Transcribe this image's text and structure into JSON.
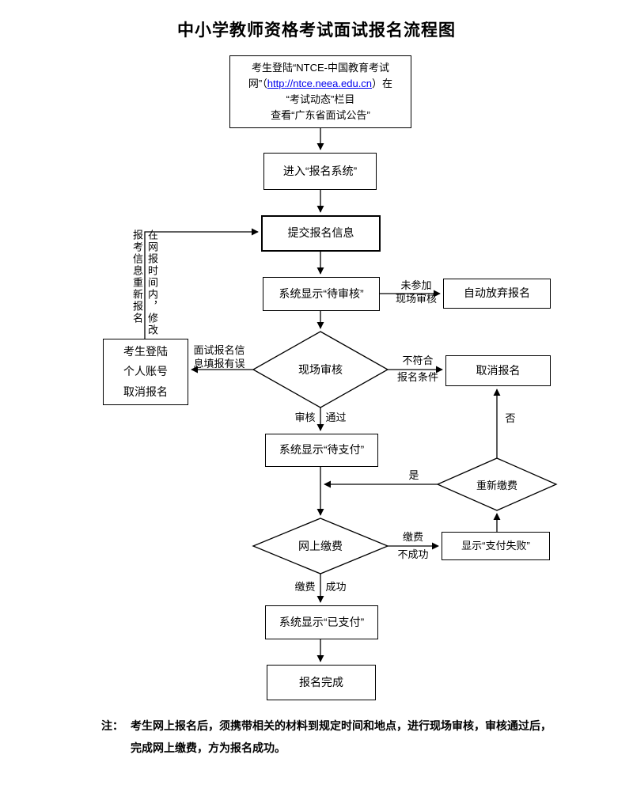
{
  "title": "中小学教师资格考试面试报名流程图",
  "colors": {
    "line": "#000000",
    "link": "#0000EE",
    "background": "#ffffff"
  },
  "boxes": {
    "notice": {
      "line1": "考生登陆“NTCE-中国教育考试",
      "line2_pre": "网”（",
      "link": "http://ntce.neea.edu.cn",
      "line2_post": "）在",
      "line3": "“考试动态”栏目",
      "line4": "查看“广东省面试公告”"
    },
    "enter_system": "进入“报名系统”",
    "submit_info": "提交报名信息",
    "pending_review": "系统显示“待审核”",
    "auto_abandon": "自动放弃报名",
    "cancel_account": {
      "line1": "考生登陆",
      "line2": "个人账号",
      "line3": "取消报名"
    },
    "cancel_registration": "取消报名",
    "pending_payment": "系统显示“待支付”",
    "payment_failed": "显示“支付失败”",
    "paid": "系统显示“已支付”",
    "complete": "报名完成"
  },
  "diamonds": {
    "onsite_review": "现场审核",
    "online_payment": "网上缴费",
    "repay": "重新缴费"
  },
  "edge_labels": {
    "not_attend_line1": "未参加",
    "not_attend_line2": "现场审核",
    "info_error_line1": "面试报名信",
    "info_error_line2": "息填报有误",
    "not_qualified_line1": "不符合",
    "not_qualified_line2": "报名条件",
    "review_pass": "审核　通过",
    "yes": "是",
    "no": "否",
    "pay_fail_line1": "缴费",
    "pay_fail_line2": "不成功",
    "pay_success": "缴费　成功",
    "reregister_vertical": "在网报时间内，修改报考信息重新报名"
  },
  "note": {
    "label": "注：",
    "line1": "考生网上报名后，须携带相关的材料到规定时间和地点，进行现场审核，审核通过后，",
    "line2": "完成网上缴费，方为报名成功。"
  }
}
